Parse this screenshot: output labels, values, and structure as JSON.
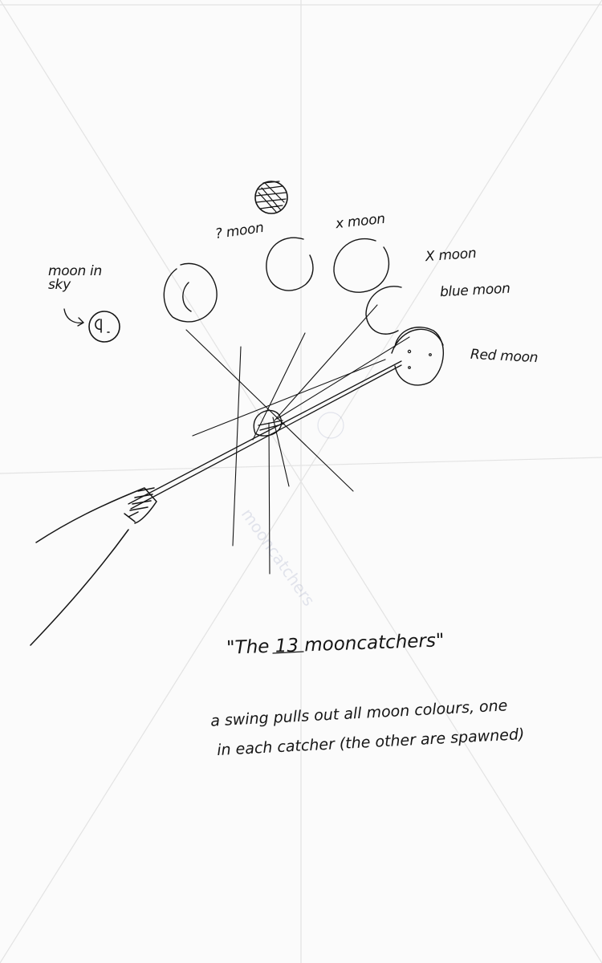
{
  "labels": {
    "moon_in_sky": "moon in sky",
    "question_moon": "? moon",
    "x_moon_top": "x moon",
    "x_moon_right": "X moon",
    "blue_moon": "blue moon",
    "red_moon": "Red moon"
  },
  "title": "\"The 13 mooncatchers\"",
  "note_line_1": "a swing pulls out all moon colours, one",
  "note_line_2": "in each catcher (the other are spawned)"
}
